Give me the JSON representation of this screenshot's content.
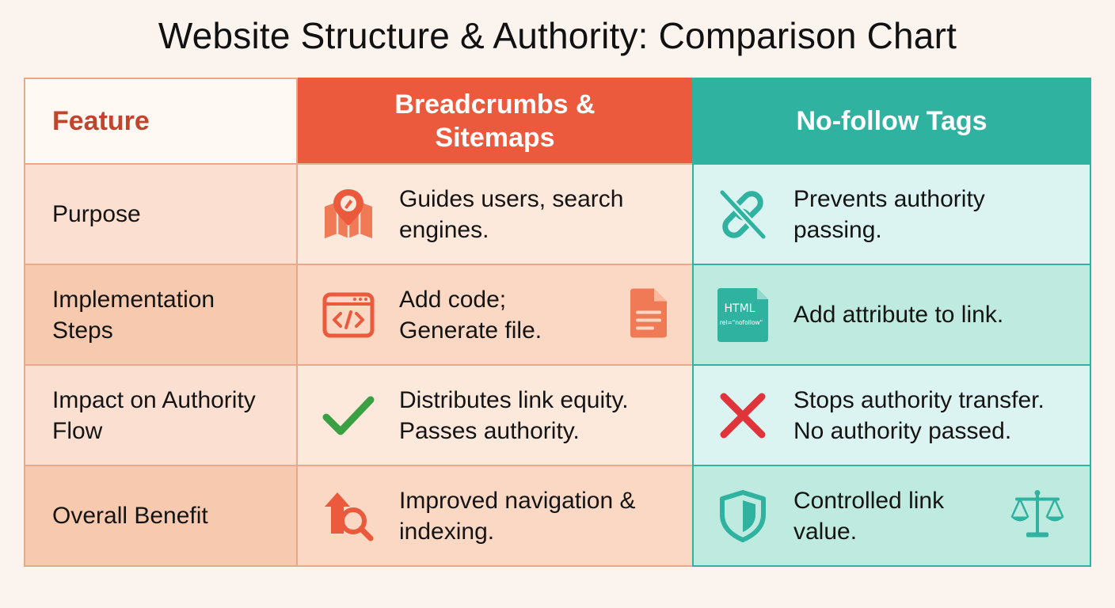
{
  "title": "Website Structure & Authority: Comparison Chart",
  "headers": {
    "feature": "Feature",
    "col_a": "Breadcrumbs & Sitemaps",
    "col_b": "No-follow Tags"
  },
  "rows": [
    {
      "feature": "Purpose",
      "a_text": "Guides users, search engines.",
      "a_icon": "map-pin-icon",
      "b_text": "Prevents authority passing.",
      "b_icon": "broken-link-icon"
    },
    {
      "feature": "Implementation Steps",
      "a_text": "Add code; Generate file.",
      "a_icon": "code-window-icon",
      "a_side_icon": "document-icon",
      "b_text": "Add attribute to link.",
      "b_icon": "html-file-icon",
      "b_icon_label_1": "HTML",
      "b_icon_label_2": "rel=\"nofollow\""
    },
    {
      "feature": "Impact on Authority Flow",
      "a_text": "Distributes link equity. Passes authority.",
      "a_icon": "checkmark-icon",
      "b_text": "Stops authority transfer. No authority passed.",
      "b_icon": "x-mark-icon"
    },
    {
      "feature": "Overall Benefit",
      "a_text": "Improved navigation & indexing.",
      "a_icon": "arrow-magnifier-icon",
      "b_text": "Controlled link value.",
      "b_icon": "shield-icon",
      "b_side_icon": "scales-icon"
    }
  ],
  "colors": {
    "orange": "#ec5a3e",
    "teal": "#2fb3a0",
    "feature_red": "#c0452c",
    "green_check": "#3aa043",
    "red_x": "#e0343a"
  }
}
